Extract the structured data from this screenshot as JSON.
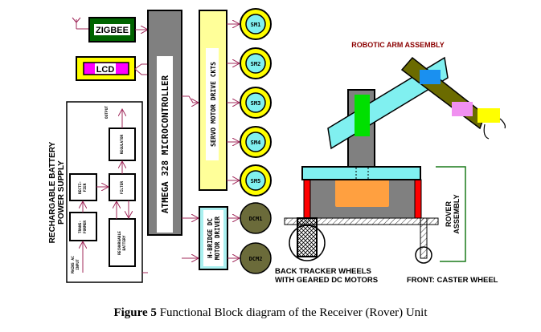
{
  "colors": {
    "arrow": "#a0285a",
    "zigbee": "#006400",
    "lcd_outer": "#ffff00",
    "lcd_inner": "#ff00ff",
    "microcontroller": "#808080",
    "servo_driver": "#ffff99",
    "hbridge": "#aaf0f0",
    "servo_ring": "#ffff00",
    "servo_core": "#80f0f0",
    "dc_motor": "#6b6b3a",
    "label_red": "#8b0000",
    "rover_bracket": "#1a7a1a"
  },
  "blocks": {
    "zigbee": "ZIGBEE",
    "lcd": "LCD",
    "microcontroller": "ATMEGA 328 MICROCONTROLLER",
    "servo_driver": "SERVO MOTOR DRIVE CKTS",
    "hbridge_line1": "H-BRIDGE DC",
    "hbridge_line2": "MOTOR DRIVER"
  },
  "power_supply": {
    "title_line1": "RECHARGABLE BATTERY",
    "title_line2": "POWER SUPPLY",
    "mains_line1": "MAINS AC",
    "mains_line2": "INPUT",
    "transformer_line1": "TRANS-",
    "transformer_line2": "FORMER",
    "rectifier_line1": "RECTI-",
    "rectifier_line2": "FIER",
    "filter": "FILTER",
    "regulator": "REGULATOR",
    "battery_line1": "RECHARGABLE",
    "battery_line2": "BATTERY",
    "output": "OUTPUT"
  },
  "servos": [
    "SM1",
    "SM2",
    "SM3",
    "SM4",
    "SM5"
  ],
  "dc_motors": [
    "DCM1",
    "DCM2"
  ],
  "rover": {
    "arm_title": "ROBOTIC ARM ASSEMBLY",
    "rover_line1": "ROVER",
    "rover_line2": "ASSEMBLY",
    "back_wheels_line1": "BACK TRACKER WHEELS",
    "back_wheels_line2": "WITH GEARED DC MOTORS",
    "front_wheel": "FRONT: CASTER WHEEL"
  },
  "caption": {
    "label": "Figure 5",
    "text": "Functional Block diagram of the Receiver (Rover) Unit"
  }
}
